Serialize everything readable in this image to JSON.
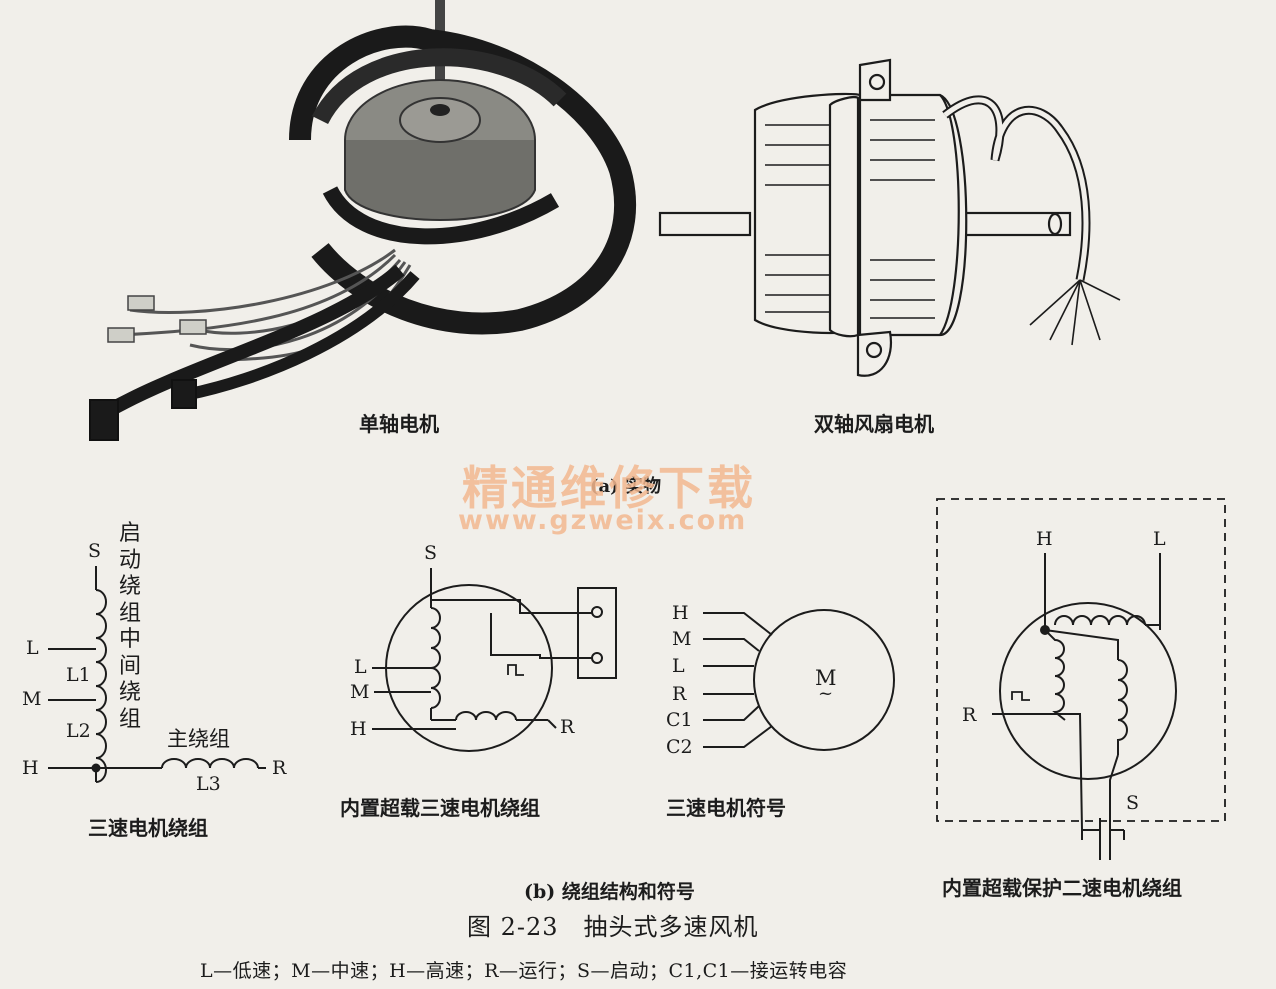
{
  "photos": {
    "single_shaft_caption": "单轴电机",
    "dual_shaft_caption": "双轴风扇电机",
    "part_a_caption": "(a) 实物"
  },
  "watermark": {
    "site_name": "精通维修下载",
    "url": "www.gzweix.com"
  },
  "diagram_three_speed": {
    "terminals": {
      "S": "S",
      "L": "L",
      "M": "M",
      "H": "H",
      "R": "R"
    },
    "coil_labels": {
      "L1": "L1",
      "L2": "L2",
      "L3": "L3"
    },
    "start_winding_label": "启动绕组中间绕组",
    "main_winding_label": "主绕组",
    "caption": "三速电机绕组"
  },
  "diagram_builtin_overload": {
    "terminals": {
      "S": "S",
      "L": "L",
      "M": "M",
      "H": "H",
      "R": "R"
    },
    "caption": "内置超载三速电机绕组"
  },
  "diagram_symbol": {
    "terminals": [
      "H",
      "M",
      "L",
      "R",
      "C1",
      "C2"
    ],
    "motor_letter": "M",
    "motor_tilde": "~",
    "caption": "三速电机符号"
  },
  "diagram_two_speed": {
    "terminals": {
      "H": "H",
      "L": "L",
      "R": "R",
      "S": "S"
    },
    "caption": "内置超载保护二速电机绕组"
  },
  "part_b_caption": "(b) 绕组结构和符号",
  "figure_title": "图 2-23　抽头式多速风机",
  "legend": "L—低速；M—中速；H—高速；R—运行；S—启动；C1,C1—接运转电容"
}
